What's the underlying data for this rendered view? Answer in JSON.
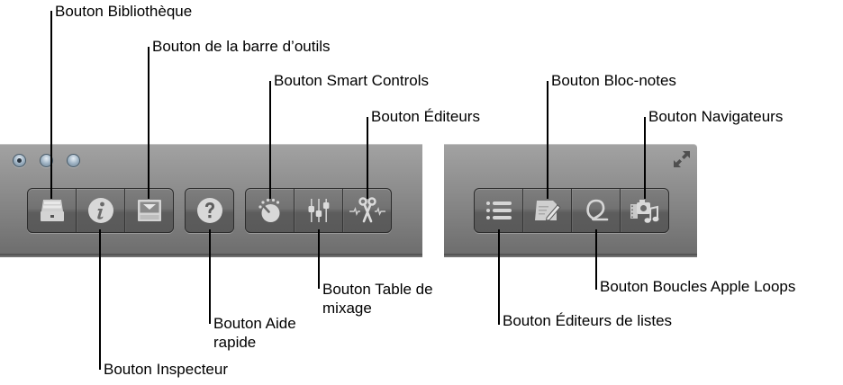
{
  "window": {
    "traffic_lights": [
      "close",
      "minimize",
      "zoom"
    ],
    "expand_icon": "fullscreen-arrows-icon"
  },
  "control_bar": {
    "left_groups": [
      {
        "buttons": [
          {
            "id": "library",
            "icon": "library-drawer-icon"
          },
          {
            "id": "inspector",
            "icon": "info-i-icon"
          },
          {
            "id": "toolbar",
            "icon": "toolbar-panel-icon"
          }
        ]
      },
      {
        "buttons": [
          {
            "id": "quick-help",
            "icon": "question-mark-icon"
          }
        ]
      },
      {
        "buttons": [
          {
            "id": "smart-controls",
            "icon": "knob-icon"
          },
          {
            "id": "mixer",
            "icon": "faders-icon"
          },
          {
            "id": "editors",
            "icon": "scissors-waveform-icon"
          }
        ]
      }
    ],
    "right_groups": [
      {
        "buttons": [
          {
            "id": "list-editors",
            "icon": "bulleted-list-icon"
          },
          {
            "id": "note-pads",
            "icon": "notepad-pencil-icon"
          },
          {
            "id": "apple-loops",
            "icon": "loop-icon"
          },
          {
            "id": "browsers",
            "icon": "media-browser-icon"
          }
        ]
      }
    ]
  },
  "callouts": {
    "library": "Bouton Bibliothèque",
    "toolbar": "Bouton de la barre d’outils",
    "smart_controls": "Bouton Smart Controls",
    "editors": "Bouton Éditeurs",
    "note_pads": "Bouton Bloc-notes",
    "browsers": "Bouton Navigateurs",
    "mixer_line1": "Bouton Table de",
    "mixer_line2": "mixage",
    "quick_help_line1": "Bouton Aide",
    "quick_help_line2": "rapide",
    "inspector": "Bouton Inspecteur",
    "apple_loops": "Bouton Boucles Apple Loops",
    "list_editors": "Bouton Éditeurs de listes"
  },
  "colors": {
    "panel_top": "#a2a2a2",
    "panel_bottom": "#6c6c6c",
    "button_bg": "#727272",
    "icon_fill": "#d6d6d6",
    "callout_text": "#000000"
  }
}
